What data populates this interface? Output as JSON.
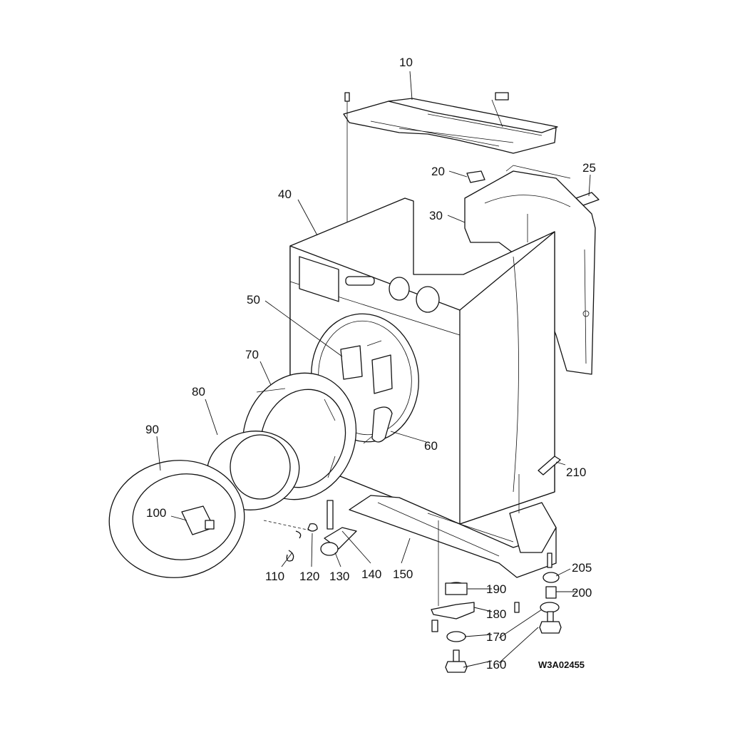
{
  "diagram": {
    "title_code": "W3A02455",
    "part_labels": {
      "p10": "10",
      "p20": "20",
      "p25": "25",
      "p30": "30",
      "p40": "40",
      "p50": "50",
      "p60": "60",
      "p70": "70",
      "p80": "80",
      "p90": "90",
      "p100": "100",
      "p110": "110",
      "p120": "120",
      "p130": "130",
      "p140": "140",
      "p150": "150",
      "p160": "160",
      "p170": "170",
      "p180": "180",
      "p190": "190",
      "p200": "200",
      "p205": "205",
      "p210": "210"
    }
  }
}
